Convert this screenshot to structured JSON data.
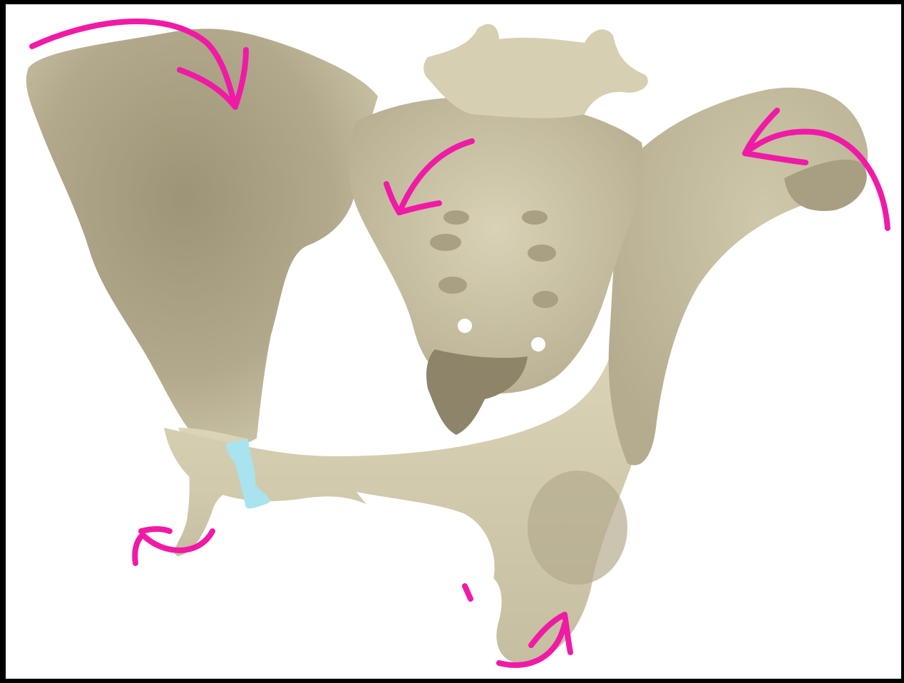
{
  "image": {
    "subject": "pelvis-illustration",
    "colors": {
      "background": "#ffffff",
      "frame": "#000000",
      "bone": "#d8d1b4",
      "bone_shadow": "#a69c80",
      "bone_dark": "#8f8669",
      "symphysis": "#a9e3ef",
      "arrow": "#f01aa6"
    },
    "arrows": [
      {
        "name": "arrow-left-iliac-crest",
        "direction": "clockwise-down"
      },
      {
        "name": "arrow-sacrum",
        "direction": "down-left"
      },
      {
        "name": "arrow-right-iliac-crest",
        "direction": "counterclockwise-down"
      },
      {
        "name": "arrow-left-ischium",
        "direction": "curl-left"
      },
      {
        "name": "arrow-right-ischium",
        "direction": "curl-up"
      }
    ]
  }
}
